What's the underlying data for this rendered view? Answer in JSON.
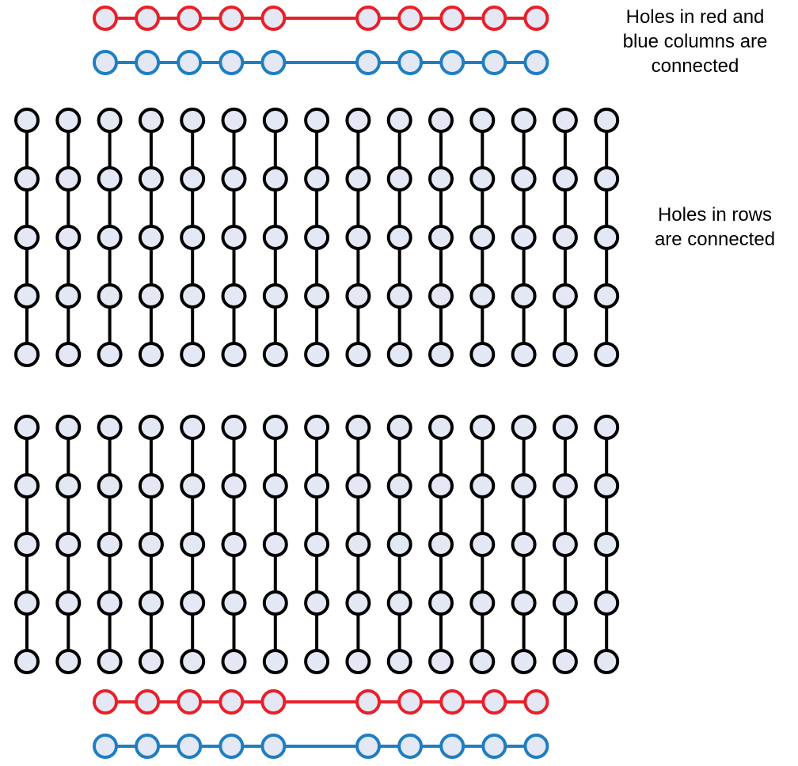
{
  "annotations": {
    "rails": [
      "Holes in red and",
      "blue columns are",
      "connected"
    ],
    "rows": [
      "Holes in rows",
      "are connected"
    ]
  },
  "colors": {
    "rail_red": "#e8202a",
    "rail_blue": "#1f7ec2",
    "hole_fill": "#e4e8f4",
    "row_line": "#000000",
    "text": "#000000"
  },
  "breadboard": {
    "terminal_blocks": 2,
    "rows_per_block": 15,
    "holes_per_row": 5,
    "power_rails": [
      {
        "position": "top",
        "color": "red",
        "groups": [
          5,
          5
        ]
      },
      {
        "position": "top",
        "color": "blue",
        "groups": [
          5,
          5
        ]
      },
      {
        "position": "bottom",
        "color": "red",
        "groups": [
          5,
          5
        ]
      },
      {
        "position": "bottom",
        "color": "blue",
        "groups": [
          5,
          5
        ]
      }
    ]
  }
}
